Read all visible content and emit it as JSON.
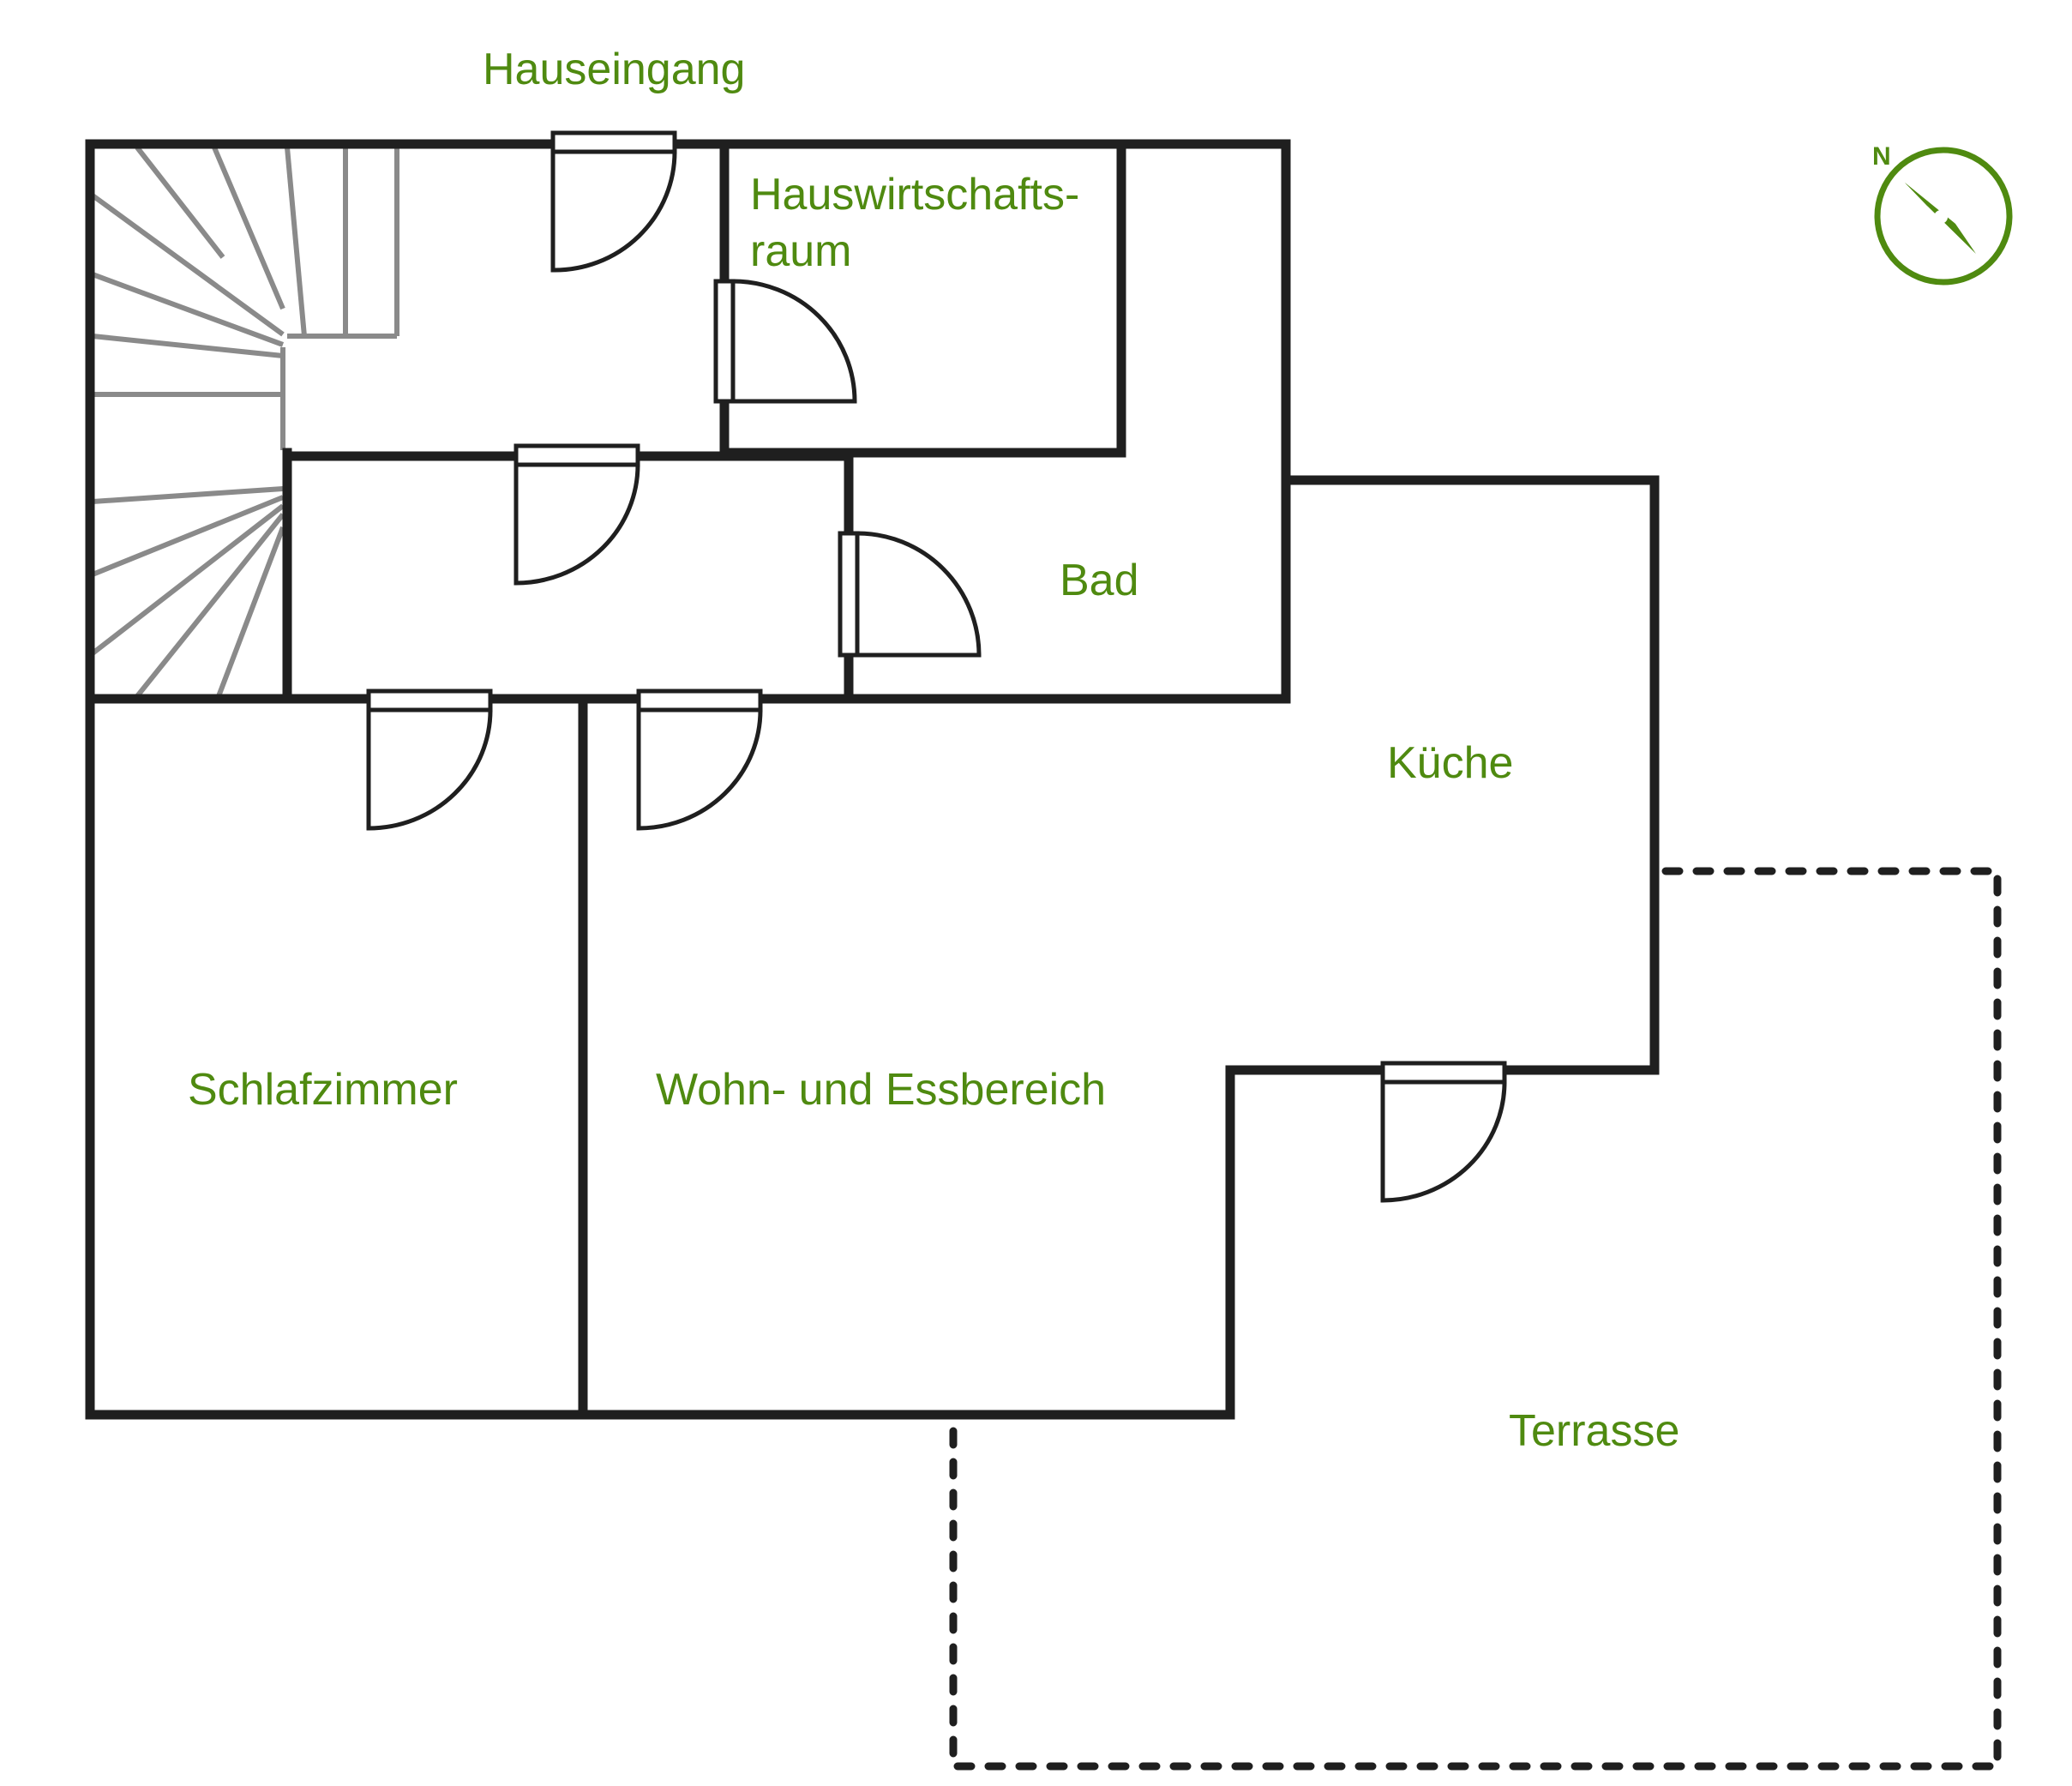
{
  "plan": {
    "rooms": {
      "entrance": "Hauseingang",
      "utility_line1": "Hauswirtschafts-",
      "utility_line2": "raum",
      "bathroom": "Bad",
      "kitchen": "Küche",
      "bedroom": "Schlafzimmer",
      "living_dining": "Wohn- und Essbereich",
      "terrace": "Terrasse"
    },
    "compass": {
      "north_label": "N",
      "color": "#4f8a10"
    },
    "colors": {
      "wall": "#1f1f1f",
      "stairs": "#8a8a8a",
      "label": "#4f8a10"
    }
  }
}
